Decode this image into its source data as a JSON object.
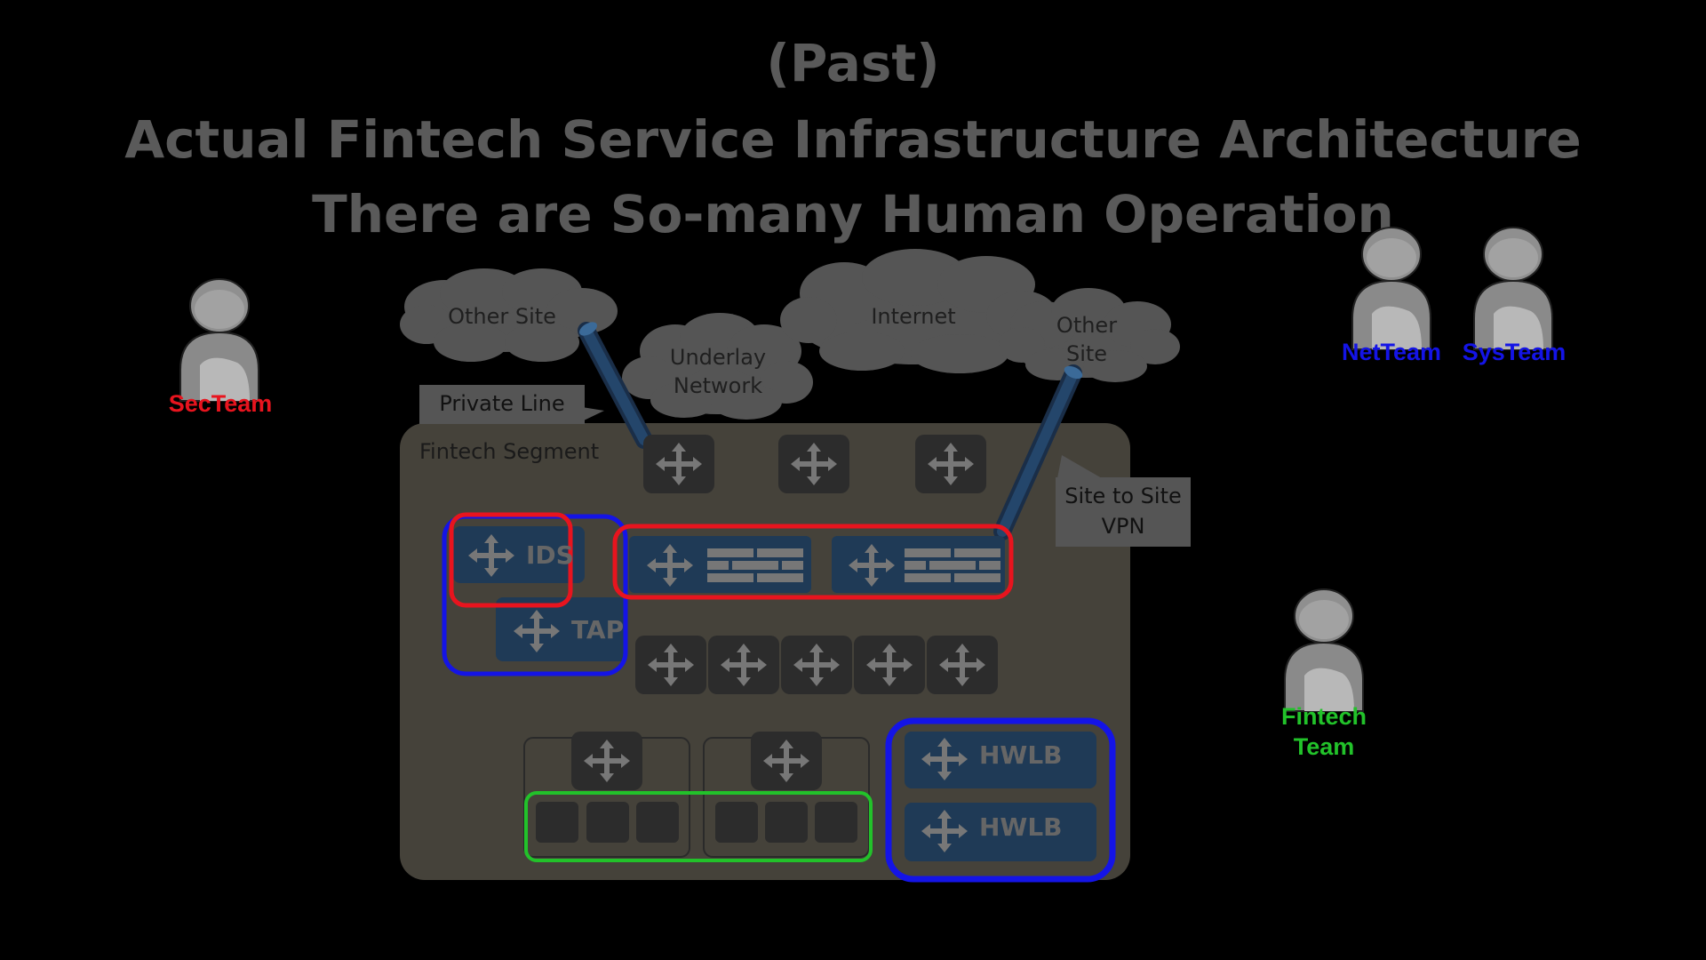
{
  "title": {
    "line1": "(Past)",
    "line2": "Actual Fintech Service Infrastructure Architecture",
    "line3": "There are So-many Human Operation"
  },
  "clouds": {
    "other_site_left": "Other Site",
    "underlay": "Underlay\nNetwork",
    "internet": "Internet",
    "other_site_right": "Other\nSite"
  },
  "callouts": {
    "private_line": "Private Line",
    "site_to_site_vpn": "Site to Site\nVPN"
  },
  "segment": {
    "label": "Fintech Segment"
  },
  "devices": {
    "ids": "IDS",
    "tap": "TAP",
    "hwlb_top": "HWLB",
    "hwlb_bottom": "HWLB"
  },
  "teams": {
    "sec": "SecTeam",
    "net": "NetTeam",
    "sys": "SysTeam",
    "fintech": "Fintech\nTeam"
  },
  "colors": {
    "sec_team": "#e8141e",
    "net_team": "#1414e6",
    "sys_team": "#1414e6",
    "fintech_team": "#22c22a",
    "segment_bg": "#45423a",
    "device_blue": "#1f3a56",
    "title_gray": "#5a5a5a"
  }
}
